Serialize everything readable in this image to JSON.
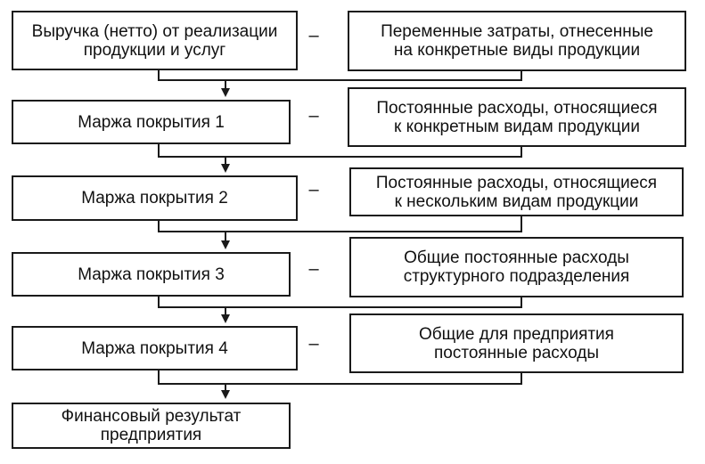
{
  "rows": [
    {
      "left": "Выручка (нетто) от реализации\nпродукции и услуг",
      "op": "–",
      "right": "Переменные затраты, отнесенные\nна конкретные виды продукции"
    },
    {
      "left": "Маржа покрытия 1",
      "op": "–",
      "right": "Постоянные расходы, относящиеся\nк конкретным видам продукции"
    },
    {
      "left": "Маржа покрытия 2",
      "op": "–",
      "right": "Постоянные расходы, относящиеся\nк нескольким видам продукции"
    },
    {
      "left": "Маржа покрытия 3",
      "op": "–",
      "right": "Общие постоянные расходы\nструктурного подразделения"
    },
    {
      "left": "Маржа покрытия 4",
      "op": "–",
      "right": "Общие для предприятия\nпостоянные расходы"
    }
  ],
  "result": "Финансовый результат\nпредприятия"
}
